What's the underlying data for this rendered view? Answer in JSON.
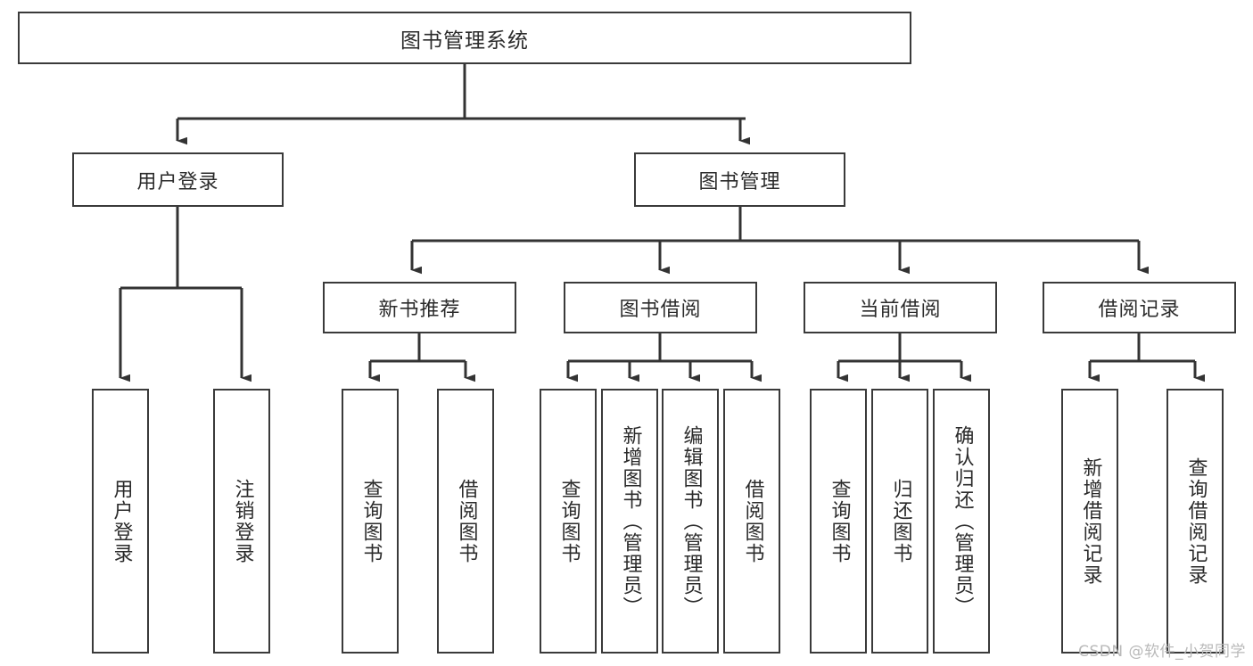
{
  "diagram": {
    "type": "tree-hierarchy-diagram",
    "title": "图书管理系统",
    "watermark": "CSDN @软件_小贺同学",
    "colors": {
      "box_border": "#3a3a3a",
      "box_fill": "#ffffff",
      "connector": "#333333",
      "text": "#2b2b2b",
      "watermark": "#b9b9b9",
      "background": "#ffffff"
    },
    "root": {
      "label": "图书管理系统"
    },
    "level2": [
      {
        "label": "用户登录"
      },
      {
        "label": "图书管理"
      }
    ],
    "level3": [
      {
        "label": "新书推荐"
      },
      {
        "label": "图书借阅"
      },
      {
        "label": "当前借阅"
      },
      {
        "label": "借阅记录"
      }
    ],
    "leaves": {
      "user_login": [
        {
          "label": "用户登录"
        },
        {
          "label": "注销登录"
        }
      ],
      "new_book": [
        {
          "label": "查询图书"
        },
        {
          "label": "借阅图书"
        }
      ],
      "book_borrow": [
        {
          "label": "查询图书"
        },
        {
          "label": "新增图书（管理员）"
        },
        {
          "label": "编辑图书（管理员）"
        },
        {
          "label": "借阅图书"
        }
      ],
      "current_borrow": [
        {
          "label": "查询图书"
        },
        {
          "label": "归还图书"
        },
        {
          "label": "确认归还（管理员）"
        }
      ],
      "borrow_record": [
        {
          "label": "新增借阅记录"
        },
        {
          "label": "查询借阅记录"
        }
      ]
    }
  }
}
